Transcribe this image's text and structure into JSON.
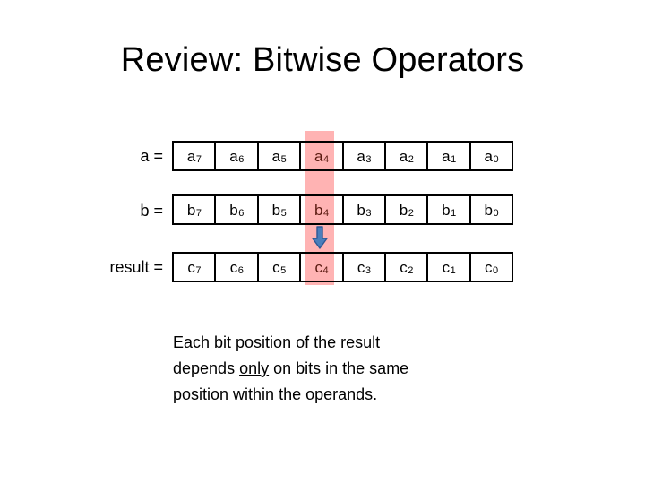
{
  "slide": {
    "title": "Review: Bitwise Operators",
    "background_color": "#ffffff"
  },
  "colors": {
    "highlight_band": "#ffb3b3",
    "highlight_text": "#5a1a10",
    "border": "#000000",
    "arrow_fill": "#4a7ebb",
    "arrow_stroke": "#2d5894",
    "text": "#000000"
  },
  "diagram": {
    "highlight_column_index": 3,
    "highlight_bit_position": "4",
    "rows": [
      {
        "label": "a =",
        "name": "operand-a",
        "cells": [
          {
            "base": "a",
            "sub": "7",
            "highlighted": false
          },
          {
            "base": "a",
            "sub": "6",
            "highlighted": false
          },
          {
            "base": "a",
            "sub": "5",
            "highlighted": false
          },
          {
            "base": "a",
            "sub": "4",
            "highlighted": true
          },
          {
            "base": "a",
            "sub": "3",
            "highlighted": false
          },
          {
            "base": "a",
            "sub": "2",
            "highlighted": false
          },
          {
            "base": "a",
            "sub": "1",
            "highlighted": false
          },
          {
            "base": "a",
            "sub": "0",
            "highlighted": false
          }
        ]
      },
      {
        "label": "b =",
        "name": "operand-b",
        "cells": [
          {
            "base": "b",
            "sub": "7",
            "highlighted": false
          },
          {
            "base": "b",
            "sub": "6",
            "highlighted": false
          },
          {
            "base": "b",
            "sub": "5",
            "highlighted": false
          },
          {
            "base": "b",
            "sub": "4",
            "highlighted": true
          },
          {
            "base": "b",
            "sub": "3",
            "highlighted": false
          },
          {
            "base": "b",
            "sub": "2",
            "highlighted": false
          },
          {
            "base": "b",
            "sub": "1",
            "highlighted": false
          },
          {
            "base": "b",
            "sub": "0",
            "highlighted": false
          }
        ]
      },
      {
        "label": "result =",
        "name": "result-c",
        "cells": [
          {
            "base": "c",
            "sub": "7",
            "highlighted": false
          },
          {
            "base": "c",
            "sub": "6",
            "highlighted": false
          },
          {
            "base": "c",
            "sub": "5",
            "highlighted": false
          },
          {
            "base": "c",
            "sub": "4",
            "highlighted": true
          },
          {
            "base": "c",
            "sub": "3",
            "highlighted": false
          },
          {
            "base": "c",
            "sub": "2",
            "highlighted": false
          },
          {
            "base": "c",
            "sub": "1",
            "highlighted": false
          },
          {
            "base": "c",
            "sub": "0",
            "highlighted": false
          }
        ]
      }
    ],
    "arrow": {
      "name": "down-arrow-icon",
      "direction": "down"
    }
  },
  "caption": {
    "line1": "Each bit position of the result",
    "line2_before": "depends ",
    "line2_emphasis": "only",
    "line2_after": " on bits in the same",
    "line3": "position within the operands."
  }
}
